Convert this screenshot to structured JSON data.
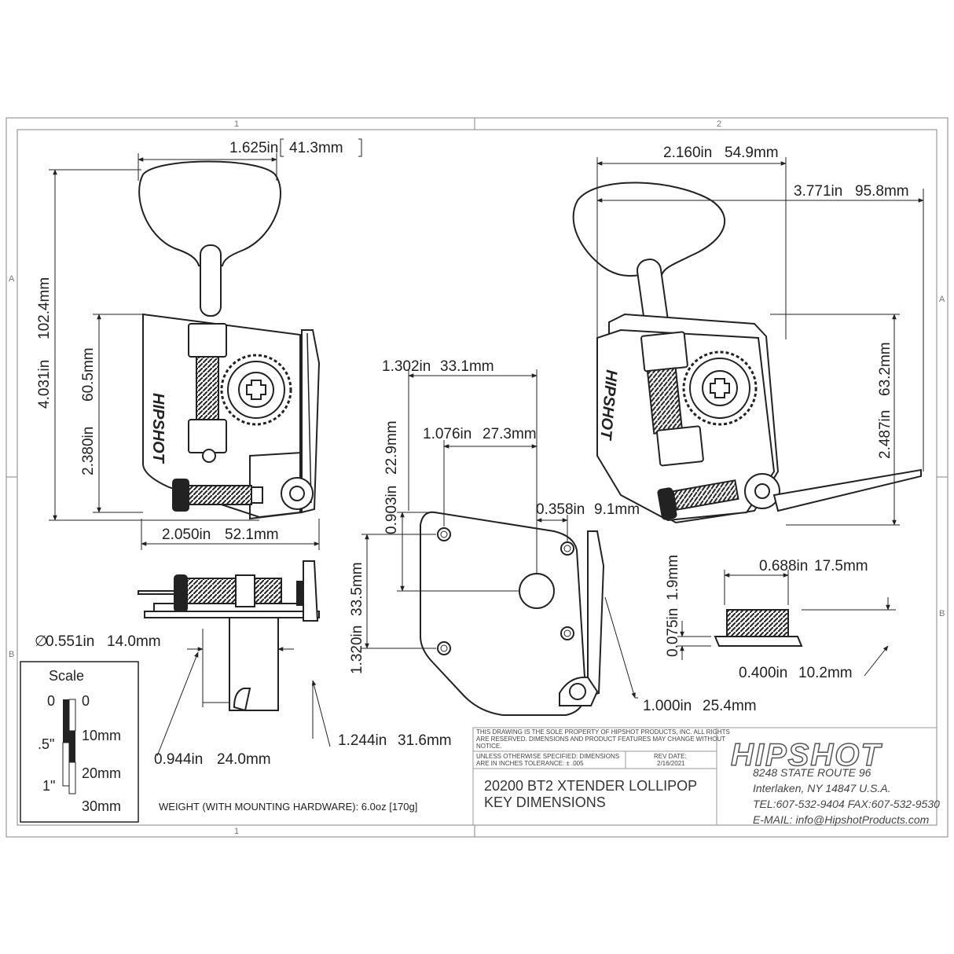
{
  "border_labels": {
    "top_left": "1",
    "top_right": "2",
    "bottom": "1",
    "left_a": "A",
    "left_b": "B",
    "right_a": "A",
    "right_b": "B"
  },
  "dimensions": {
    "front_width": "1.625in",
    "front_width_mm": "41.3mm",
    "front_height": "4.031in",
    "front_height_mm": "102.4mm",
    "front_body_height": "2.380in",
    "front_body_height_mm": "60.5mm",
    "front_body_width": "2.050in",
    "front_body_width_mm": "52.1mm",
    "side_width": "2.160in",
    "side_width_mm": "54.9mm",
    "side_total": "3.771in",
    "side_total_mm": "95.8mm",
    "side_height": "2.487in",
    "side_height_mm": "63.2mm",
    "plate_hole_span": "1.302in",
    "plate_hole_span_mm": "33.1mm",
    "plate_hole_offset": "1.076in",
    "plate_hole_offset_mm": "27.3mm",
    "plate_top_offset": "0.903in",
    "plate_top_offset_mm": "22.9mm",
    "plate_edge": "0.358in",
    "plate_edge_mm": "9.1mm",
    "plate_vertical": "1.320in",
    "plate_vertical_mm": "33.5mm",
    "plate_post": "1.000in",
    "plate_post_mm": "25.4mm",
    "post_diameter": "0.551in",
    "post_diameter_mm": "14.0mm",
    "post_length": "0.944in",
    "post_length_mm": "24.0mm",
    "post_total": "1.244in",
    "post_total_mm": "31.6mm",
    "bushing_width": "0.688in",
    "bushing_width_mm": "17.5mm",
    "bushing_flange": "0.075in",
    "bushing_flange_mm": "1.9mm",
    "bushing_height": "0.400in",
    "bushing_height_mm": "10.2mm"
  },
  "diameter_symbol": "∅",
  "scale": {
    "title": "Scale",
    "inch_labels": [
      "0",
      ".5\"",
      "1\""
    ],
    "mm_labels": [
      "0",
      "10mm",
      "20mm",
      "30mm"
    ]
  },
  "weight": "WEIGHT (WITH MOUNTING HARDWARE): 6.0oz [170g]",
  "title_block": {
    "property_line1": "THIS DRAWING IS THE SOLE PROPERTY OF HIPSHOT PRODUCTS, INC. ALL RIGHTS",
    "property_line2": "ARE RESERVED. DIMENSIONS AND PRODUCT FEATURES MAY CHANGE WITHOUT",
    "property_line3": "NOTICE.",
    "tolerance_line1": "UNLESS OTHERWISE SPECIFIED: DIMENSIONS",
    "tolerance_line2": "ARE IN INCHES TOLERANCE:  ± .005",
    "rev_label": "REV DATE:",
    "rev_date": "2/16/2021",
    "title_line1": "20200 BT2 XTENDER LOLLIPOP",
    "title_line2": "KEY DIMENSIONS"
  },
  "brand": {
    "logo_text": "HIPSHOT",
    "address1": "8248 STATE ROUTE 96",
    "address2": "Interlaken, NY 14847 U.S.A.",
    "phone": "TEL:607-532-9404 FAX:607-532-9530",
    "email": "E-MAIL: info@HipshotProducts.com"
  },
  "body_logo": "HIPSHOT"
}
